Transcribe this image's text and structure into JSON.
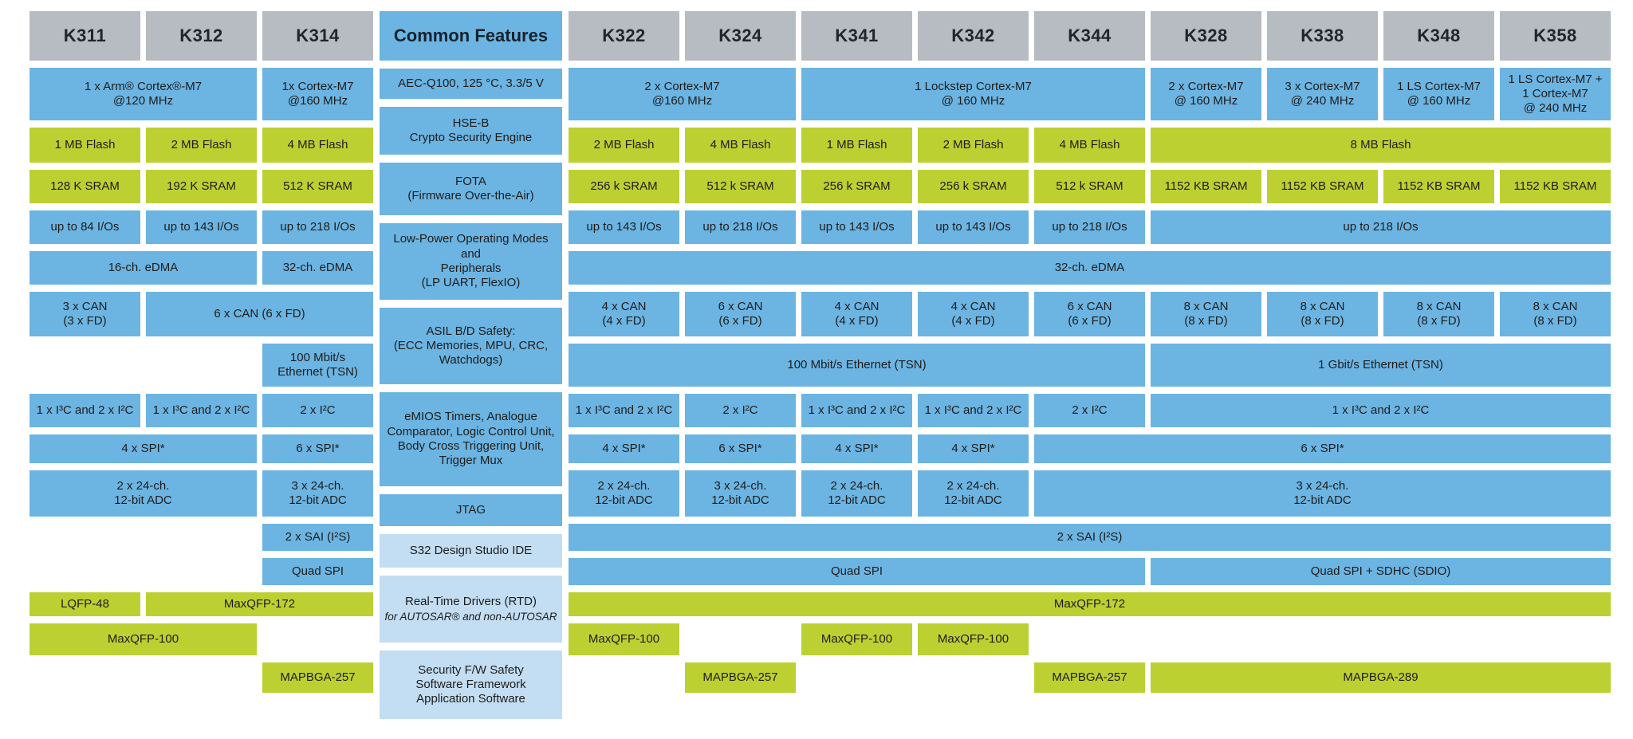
{
  "colors": {
    "header_gray": "#b6bcc1",
    "feature_blue": "#6cb4e2",
    "software_blue": "#c3ddf2",
    "memory_green": "#bcd032",
    "text_dark": "#1d1d1b"
  },
  "headers": {
    "k311": "K311",
    "k312": "K312",
    "k314": "K314",
    "common": "Common Features",
    "k322": "K322",
    "k324": "K324",
    "k341": "K341",
    "k342": "K342",
    "k344": "K344",
    "k328": "K328",
    "k338": "K338",
    "k348": "K348",
    "k358": "K358"
  },
  "left": {
    "core_k311_k312": "1 x Arm® Cortex®-M7\n@120 MHz",
    "core_k314": "1x Cortex-M7\n@160 MHz",
    "flash_k311": "1 MB Flash",
    "flash_k312": "2 MB Flash",
    "flash_k314": "4 MB Flash",
    "sram_k311": "128 K SRAM",
    "sram_k312": "192 K SRAM",
    "sram_k314": "512 K SRAM",
    "ios_k311": "up to 84 I/Os",
    "ios_k312": "up to 143 I/Os",
    "ios_k314": "up to 218 I/Os",
    "edma_k311_k312": "16-ch. eDMA",
    "edma_k314": "32-ch. eDMA",
    "can_k311": "3 x CAN\n(3 x FD)",
    "can_k312_k314": "6 x CAN (6 x FD)",
    "eth_k314": "100 Mbit/s\nEthernet (TSN)",
    "i2c_k311": "1 x I³C and 2 x I²C",
    "i2c_k312": "1 x I³C and 2 x I²C",
    "i2c_k314": "2 x I²C",
    "spi_k311_k312": "4 x SPI*",
    "spi_k314": "6 x SPI*",
    "adc_k311_k312": "2 x 24-ch.\n12-bit ADC",
    "adc_k314": "3 x 24-ch.\n12-bit ADC",
    "sai_k314": "2 x SAI (I²S)",
    "qspi_k314": "Quad SPI",
    "pkg_lqfp48_k311": "LQFP-48",
    "pkg_maxqfp172_k312_k314": "MaxQFP-172",
    "pkg_maxqfp100_k311_k312": "MaxQFP-100",
    "pkg_mapbga257_k314": "MAPBGA-257"
  },
  "common": {
    "qualification": "AEC-Q100, 125 °C, 3.3/5 V",
    "security": "HSE-B\nCrypto Security Engine",
    "fota": "FOTA\n(Firmware Over-the-Air)",
    "low_power": "Low-Power Operating Modes and\nPeripherals\n(LP UART, FlexIO)",
    "safety": "ASIL B/D Safety:\n(ECC Memories, MPU, CRC,\nWatchdogs)",
    "timers": "eMIOS Timers, Analogue\nComparator, Logic Control Unit,\nBody Cross Triggering Unit,\nTrigger Mux",
    "jtag": "JTAG",
    "ide": "S32 Design Studio IDE",
    "rtd_title": "Real-Time Drivers (RTD)",
    "rtd_sub": "for AUTOSAR® and non-AUTOSAR",
    "software": "Security F/W Safety\nSoftware Framework\nApplication Software"
  },
  "right": {
    "core_k322_k324": "2 x Cortex-M7\n@160 MHz",
    "core_k341_k344": "1 Lockstep Cortex-M7\n@ 160 MHz",
    "core_k328": "2 x Cortex-M7\n@ 160 MHz",
    "core_k338": "3 x Cortex-M7\n@ 240 MHz",
    "core_k348": "1 LS Cortex-M7\n@ 160 MHz",
    "core_k358": "1 LS Cortex-M7 +\n1 Cortex-M7\n@ 240 MHz",
    "flash_k322": "2 MB Flash",
    "flash_k324": "4 MB Flash",
    "flash_k341": "1 MB Flash",
    "flash_k342": "2 MB Flash",
    "flash_k344": "4 MB Flash",
    "flash_k328_k358": "8 MB Flash",
    "sram_k322": "256 k SRAM",
    "sram_k324": "512 k SRAM",
    "sram_k341": "256 k SRAM",
    "sram_k342": "256 k SRAM",
    "sram_k344": "512 k SRAM",
    "sram_k328": "1152 KB SRAM",
    "sram_k338": "1152 KB SRAM",
    "sram_k348": "1152 KB SRAM",
    "sram_k358": "1152 KB SRAM",
    "ios_k322": "up to 143 I/Os",
    "ios_k324": "up to 218 I/Os",
    "ios_k341": "up to 143 I/Os",
    "ios_k342": "up to 143 I/Os",
    "ios_k344": "up to 218 I/Os",
    "ios_k328_k358": "up to 218 I/Os",
    "edma_all": "32-ch. eDMA",
    "can_k322": "4 x CAN\n(4 x FD)",
    "can_k324": "6 x CAN\n(6 x FD)",
    "can_k341": "4 x CAN\n(4 x FD)",
    "can_k342": "4 x CAN\n(4 x FD)",
    "can_k344": "6 x CAN\n(6 x FD)",
    "can_k328": "8 x CAN\n(8 x FD)",
    "can_k338": "8 x CAN\n(8 x FD)",
    "can_k348": "8 x CAN\n(8 x FD)",
    "can_k358": "8 x CAN\n(8 x FD)",
    "eth_k322_k344": "100 Mbit/s Ethernet (TSN)",
    "eth_k328_k358": "1 Gbit/s Ethernet (TSN)",
    "i2c_k322": "1 x I³C and 2 x I²C",
    "i2c_k324": "2 x I²C",
    "i2c_k341": "1 x I³C and 2 x I²C",
    "i2c_k342": "1 x I³C and 2 x I²C",
    "i2c_k344": "2 x I²C",
    "i2c_k328_k358": "1 x I³C and 2 x I²C",
    "spi_k322": "4 x SPI*",
    "spi_k324": "6 x SPI*",
    "spi_k341": "4 x SPI*",
    "spi_k342": "4 x SPI*",
    "spi_k344_k358": "6 x SPI*",
    "adc_k322": "2 x 24-ch.\n12-bit ADC",
    "adc_k324": "3 x 24-ch.\n12-bit ADC",
    "adc_k341": "2 x 24-ch.\n12-bit ADC",
    "adc_k342": "2 x 24-ch.\n12-bit ADC",
    "adc_k344_k358": "3 x 24-ch.\n12-bit ADC",
    "sai_all": "2 x SAI (I²S)",
    "qspi_k322_k344": "Quad SPI",
    "qspi_k328_k358": "Quad SPI + SDHC (SDIO)",
    "pkg_maxqfp172_all": "MaxQFP-172",
    "pkg_maxqfp100_k322": "MaxQFP-100",
    "pkg_maxqfp100_k341": "MaxQFP-100",
    "pkg_maxqfp100_k342": "MaxQFP-100",
    "pkg_mapbga257_k324": "MAPBGA-257",
    "pkg_mapbga257_k344": "MAPBGA-257",
    "pkg_mapbga289_k328_k358": "MAPBGA-289"
  }
}
